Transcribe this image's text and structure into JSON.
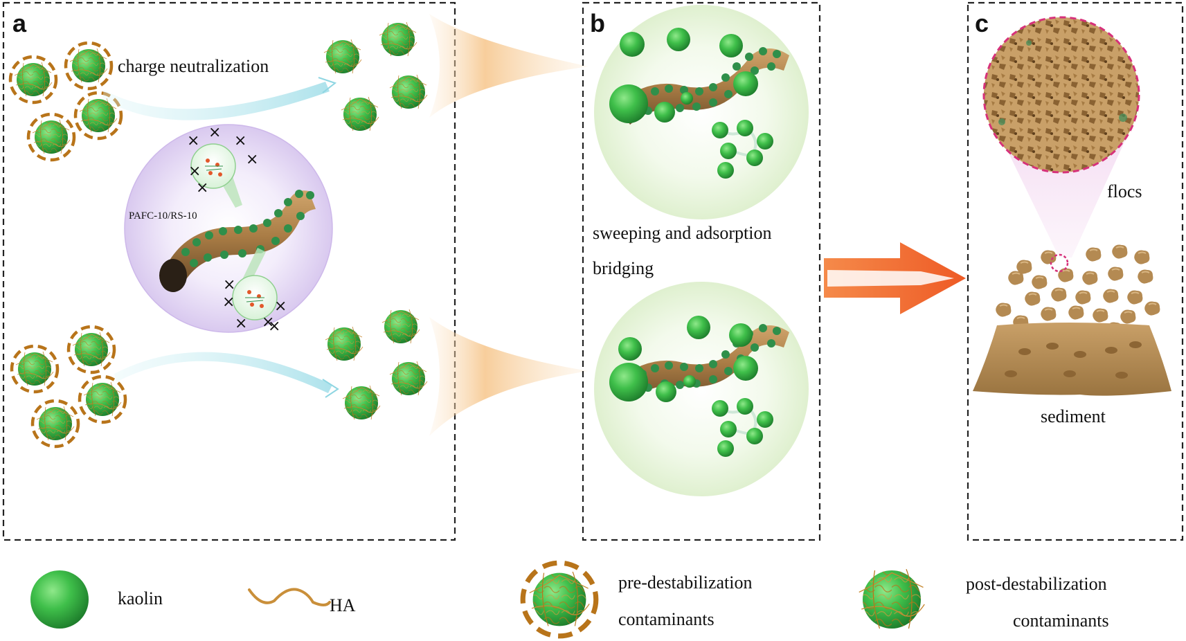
{
  "panels": {
    "a": {
      "letter": "a",
      "charge_label": "charge neutralization",
      "center_label": "PAFC-10/RS-10"
    },
    "b": {
      "letter": "b",
      "sweep_label": "sweeping and adsorption",
      "bridge_label": "bridging"
    },
    "c": {
      "letter": "c",
      "flocs_label": "flocs",
      "sediment_label": "sediment"
    }
  },
  "legend": {
    "kaolin": "kaolin",
    "ha": "HA",
    "pre_line1": "pre-destabilization",
    "pre_line2": "contaminants",
    "post_line1": "post-destabilization",
    "post_line2": "contaminants"
  },
  "colors": {
    "kaolin_green": "#3fbf4a",
    "ha_brown": "#b8741a",
    "floc_tan": "#c9a068",
    "arrow_orange": "#f26a2e",
    "halo_purple": "#e2d6f3",
    "halo_green": "#e9f6df",
    "magnifier_pink": "#d6317a"
  }
}
